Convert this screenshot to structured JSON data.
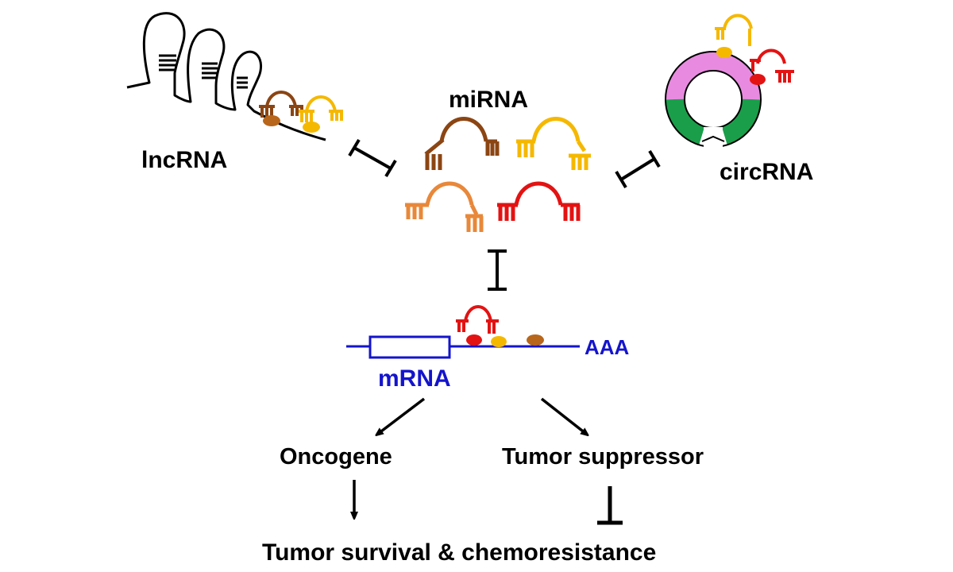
{
  "labels": {
    "lncrna": "lncRNA",
    "mirna": "miRNA",
    "circrna": "circRNA",
    "mrna": "mRNA",
    "polya": "AAA",
    "oncogene": "Oncogene",
    "tumor_suppressor": "Tumor suppressor",
    "outcome": "Tumor survival & chemoresistance"
  },
  "colors": {
    "brown": "#8b4513",
    "yellow": "#f5b800",
    "orange": "#e8883a",
    "red": "#e31313",
    "mrna_blue": "#1414cc",
    "circ_pink": "#e88be0",
    "circ_green": "#1a9e4a",
    "line": "#000000"
  },
  "icons": [
    "lncrna-hairpin-icon",
    "mirna-icon",
    "circrna-ring-icon",
    "inhibition-bar-icon",
    "activation-arrow-icon",
    "ago-protein-icon"
  ]
}
